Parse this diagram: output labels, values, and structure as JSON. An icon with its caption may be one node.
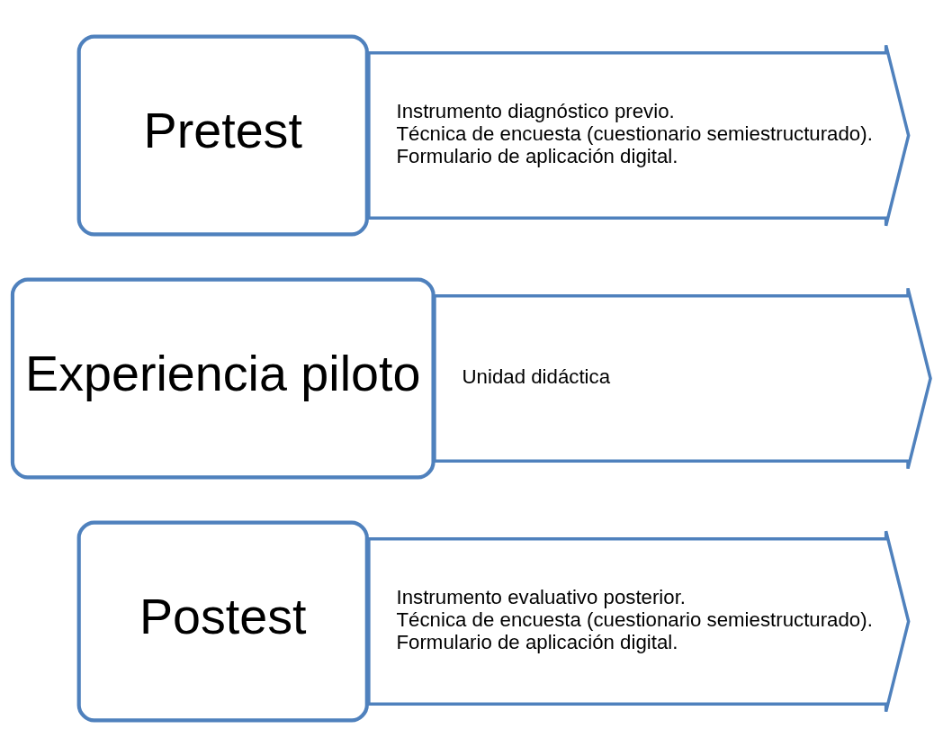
{
  "diagram": {
    "nodes": [
      {
        "text": [
          "Pretest"
        ]
      },
      {
        "text": [
          "Instrumento diagnóstico previo.",
          "Técnica de encuesta (cuestionario semiestructurado).",
          "Formulario de aplicación digital."
        ]
      },
      {
        "text": [
          "Experiencia piloto"
        ]
      },
      {
        "text": [
          "Unidad didáctica"
        ]
      },
      {
        "text": [
          "Postest"
        ]
      },
      {
        "text": [
          "Instrumento evaluativo posterior.",
          "Técnica de encuesta (cuestionario semiestructurado).",
          "Formulario de aplicación digital."
        ]
      }
    ]
  }
}
